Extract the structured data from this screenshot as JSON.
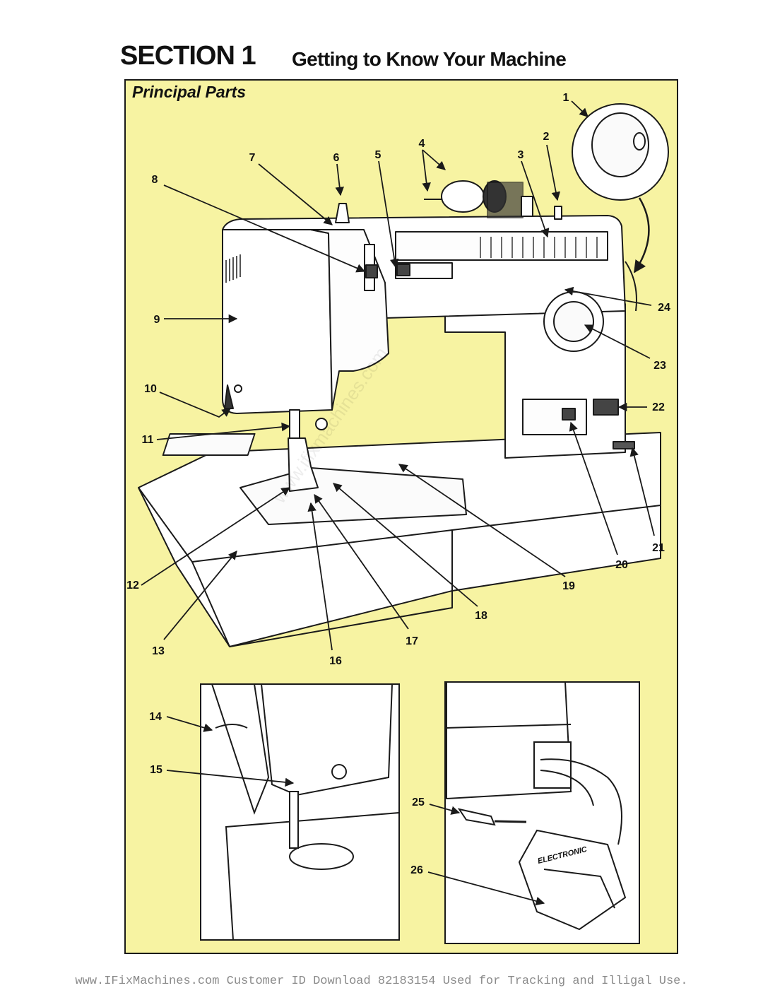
{
  "header": {
    "section": "SECTION 1",
    "title": "Getting to Know Your Machine"
  },
  "panel": {
    "title": "Principal Parts"
  },
  "callouts": [
    "1",
    "2",
    "3",
    "4",
    "5",
    "6",
    "7",
    "8",
    "9",
    "10",
    "11",
    "12",
    "13",
    "14",
    "15",
    "16",
    "17",
    "18",
    "19",
    "20",
    "21",
    "22",
    "23",
    "24",
    "25",
    "26"
  ],
  "pedal_label": "ELECTRONIC",
  "watermark": "www.ifixmachines.com",
  "footer": "www.IFixMachines.com Customer ID Download 82183154 Used for Tracking and Illigal Use.",
  "colors": {
    "panel": "#f7f3a2",
    "line": "#1a1a1a",
    "machine": "#ffffff"
  }
}
